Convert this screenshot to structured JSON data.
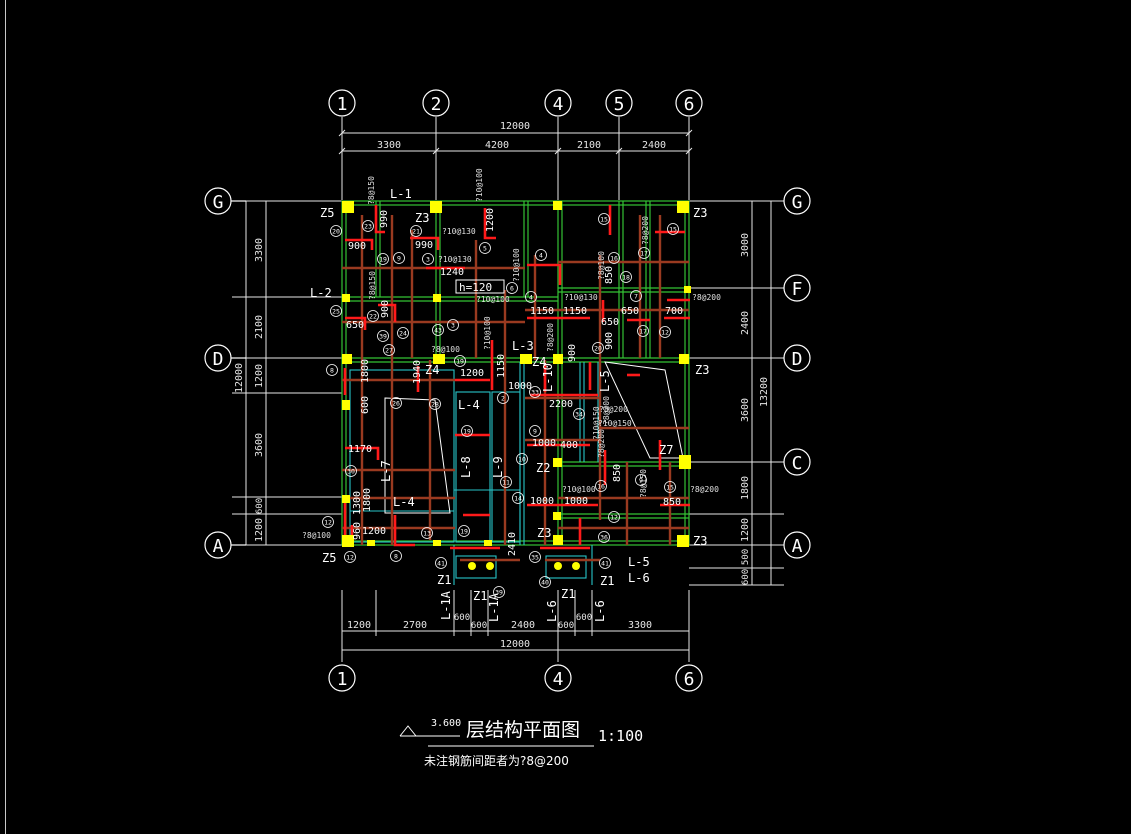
{
  "colors": {
    "background": "#000000",
    "dimension": "#e6e6e6",
    "grid_axis": "#ffffff",
    "beam_green": "#34c234",
    "beam_cyan": "#27c4c8",
    "rebar_red": "#ff1a1a",
    "bar_brown": "#9a3a20",
    "column_yellow": "#ffff00",
    "white": "#ffffff"
  },
  "axes": {
    "top": [
      "1",
      "2",
      "4",
      "5",
      "6"
    ],
    "bottom": [
      "1",
      "4",
      "6"
    ],
    "left": [
      "G",
      "D",
      "A"
    ],
    "right": [
      "G",
      "F",
      "D",
      "C",
      "A"
    ]
  },
  "dims": {
    "top_total": "12000",
    "top_parts": [
      "3300",
      "4200",
      "2100",
      "2400"
    ],
    "bottom_total": "12000",
    "bottom_parts": [
      "1200",
      "2700",
      "600",
      "600",
      "2400",
      "600",
      "600",
      "3300"
    ],
    "left_total": "12000",
    "left_parts": [
      "3300",
      "2100",
      "1200",
      "3600",
      "600",
      "1200"
    ],
    "right_total": "13200",
    "right_parts": [
      "3000",
      "2400",
      "3600",
      "1800",
      "1200",
      "500",
      "600"
    ]
  },
  "columns": [
    "Z5",
    "Z3",
    "Z3",
    "Z4",
    "Z4",
    "Z3",
    "Z7",
    "Z2",
    "Z3",
    "Z3",
    "Z5",
    "Z1",
    "Z1",
    "Z1",
    "Z1"
  ],
  "beams": [
    "L-1",
    "L-2",
    "L-3",
    "L-4",
    "L-4",
    "L-7",
    "L-8",
    "L-9",
    "L-10",
    "L-5",
    "L-5",
    "L-6",
    "L-1A",
    "L-1A",
    "L-6"
  ],
  "slab_note": "h=120",
  "rebar_labels": [
    "?8@150",
    "?10@100",
    "?10@130",
    "?10@130",
    "?10@100",
    "?8@150",
    "?10@100",
    "?10@130",
    "?8@200",
    "?8@100",
    "?10@100",
    "?8@200",
    "?8@100",
    "?10@100",
    "?8@200",
    "?10@150",
    "?8@200",
    "?8@200",
    "?10@150",
    "?8@200",
    "?8@150",
    "?8@100",
    "?8@200"
  ],
  "lengths": [
    "990",
    "990",
    "900",
    "1240",
    "1200",
    "1150",
    "1150",
    "650",
    "650",
    "700",
    "650",
    "900",
    "1200",
    "1150",
    "1000",
    "2200",
    "1000",
    "1000",
    "1000",
    "1170",
    "1200",
    "850",
    "850",
    "900",
    "1800",
    "1940",
    "1800",
    "1300",
    "960",
    "2410",
    "400",
    "900",
    "850",
    "600"
  ],
  "bubbles": [
    "20",
    "23",
    "21",
    "5",
    "4",
    "15",
    "17",
    "15",
    "19",
    "9",
    "3",
    "43",
    "6",
    "4",
    "7",
    "18",
    "16",
    "27",
    "39",
    "25",
    "22",
    "24",
    "3",
    "17",
    "12",
    "8",
    "26",
    "28",
    "19",
    "2",
    "33",
    "20",
    "19",
    "9",
    "10",
    "11",
    "14",
    "35",
    "16",
    "12",
    "13",
    "19",
    "41",
    "39",
    "40",
    "36",
    "41",
    "15",
    "12",
    "9",
    "34",
    "30",
    "8",
    "12"
  ],
  "title": {
    "level": "3.600",
    "name": "层结构平面图",
    "scale": "1:100",
    "note": "未注钢筋间距者为?8@200"
  }
}
